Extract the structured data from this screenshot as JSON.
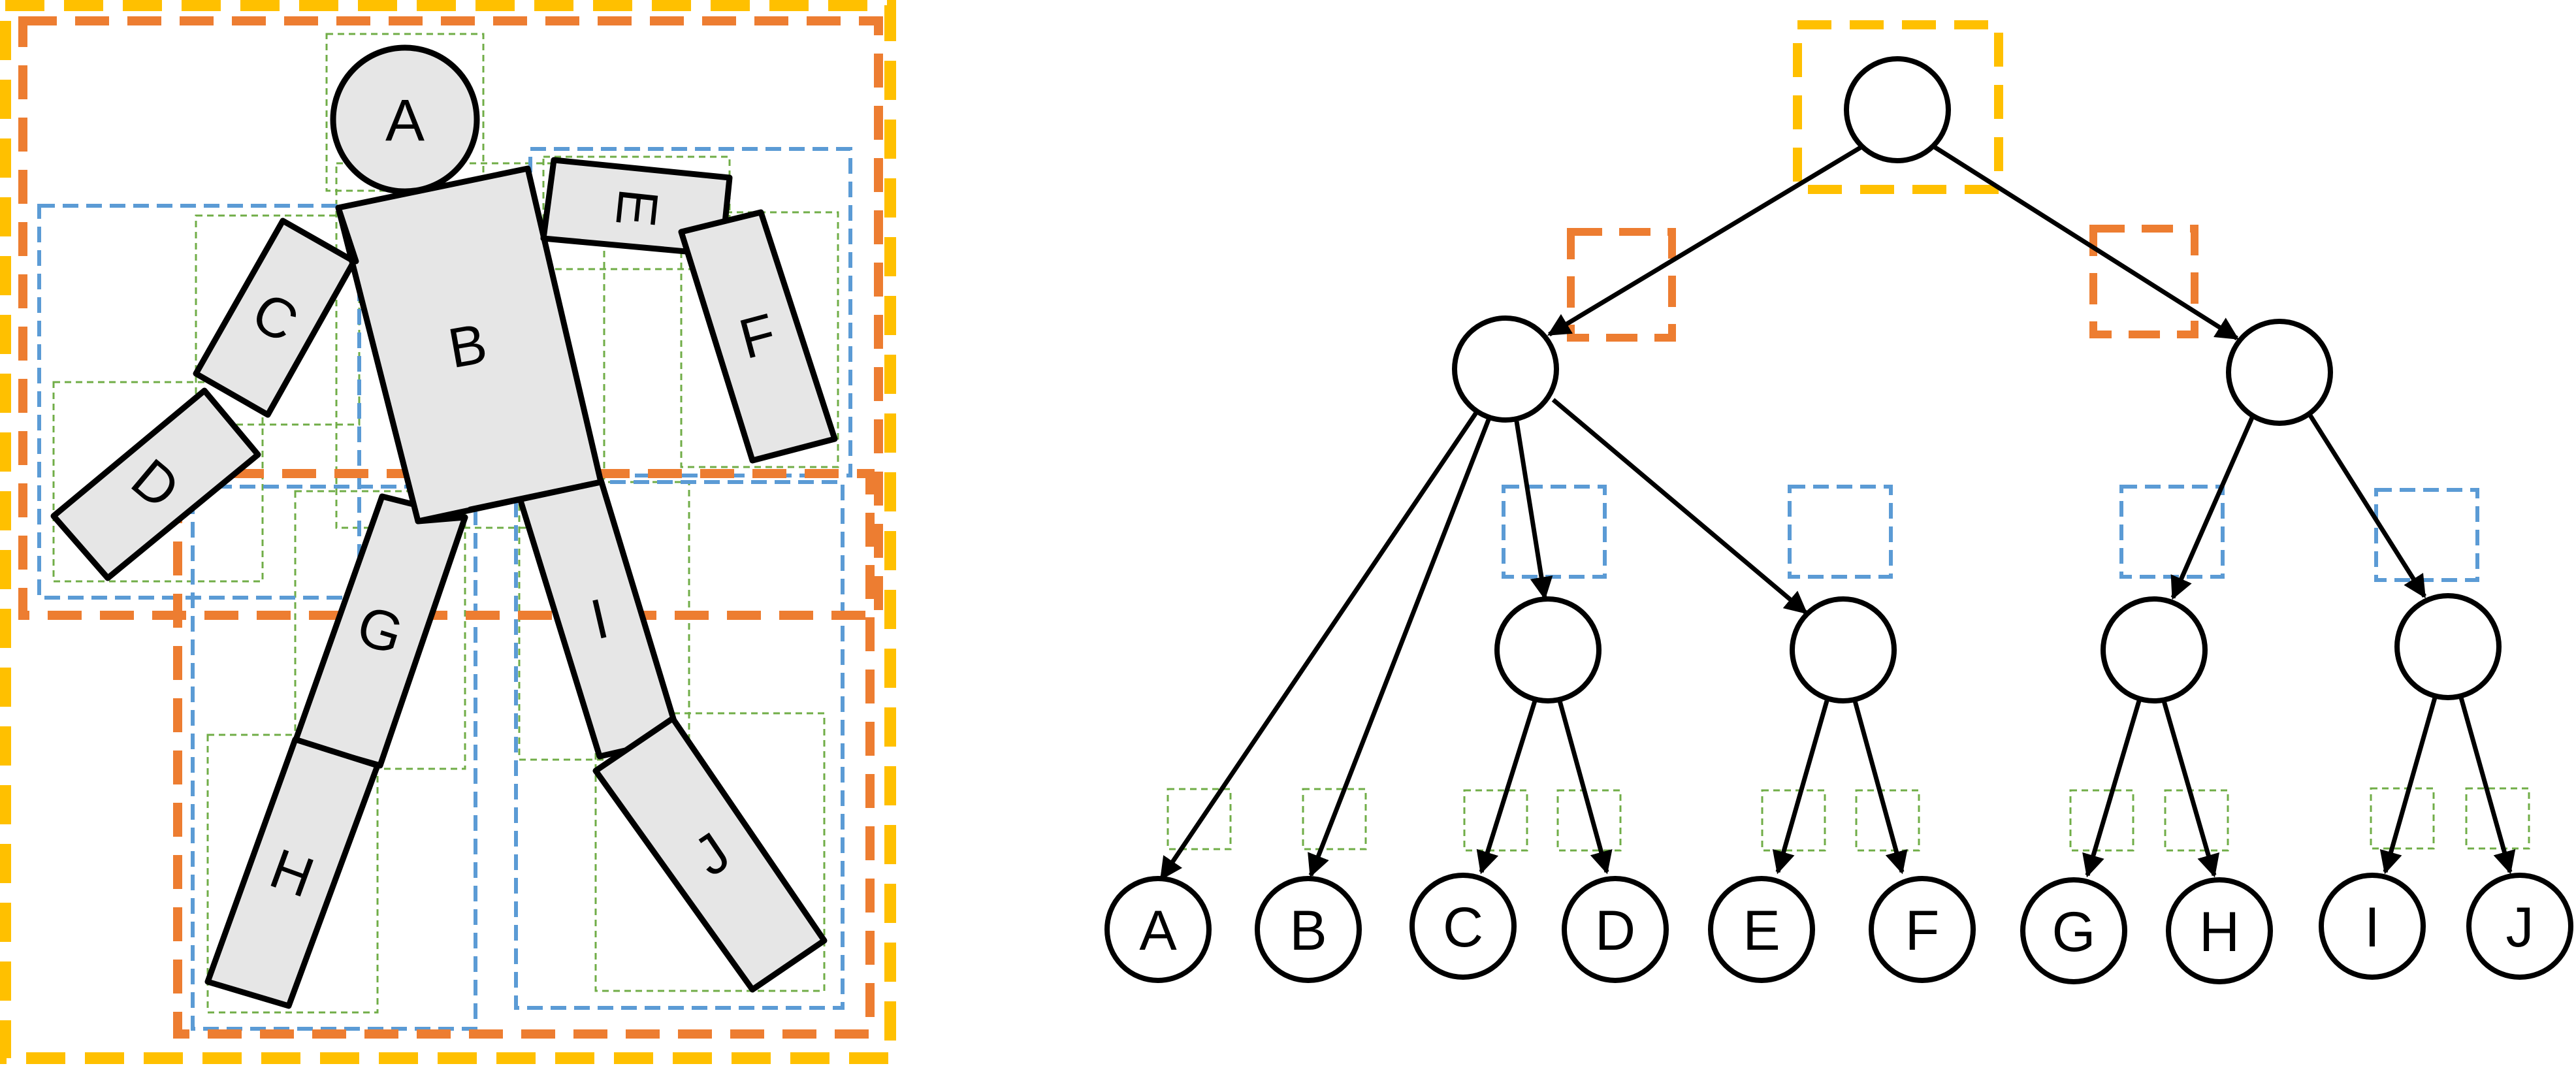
{
  "colors": {
    "level1": "#FFC000",
    "level2": "#ED7D31",
    "level3": "#5B9BD5",
    "level4": "#70AD47",
    "part_fill": "#E6E6E6",
    "stroke": "#000000",
    "background": "#FFFFFF"
  },
  "figure": {
    "parts": {
      "head": "A",
      "torso": "B",
      "left_upper_arm": "C",
      "left_forearm": "D",
      "right_upper_arm": "E",
      "right_forearm": "F",
      "left_thigh": "G",
      "left_shin": "H",
      "right_thigh": "I",
      "right_shin": "J"
    }
  },
  "tree": {
    "leaves": [
      "A",
      "B",
      "C",
      "D",
      "E",
      "F",
      "G",
      "H",
      "I",
      "J"
    ]
  }
}
